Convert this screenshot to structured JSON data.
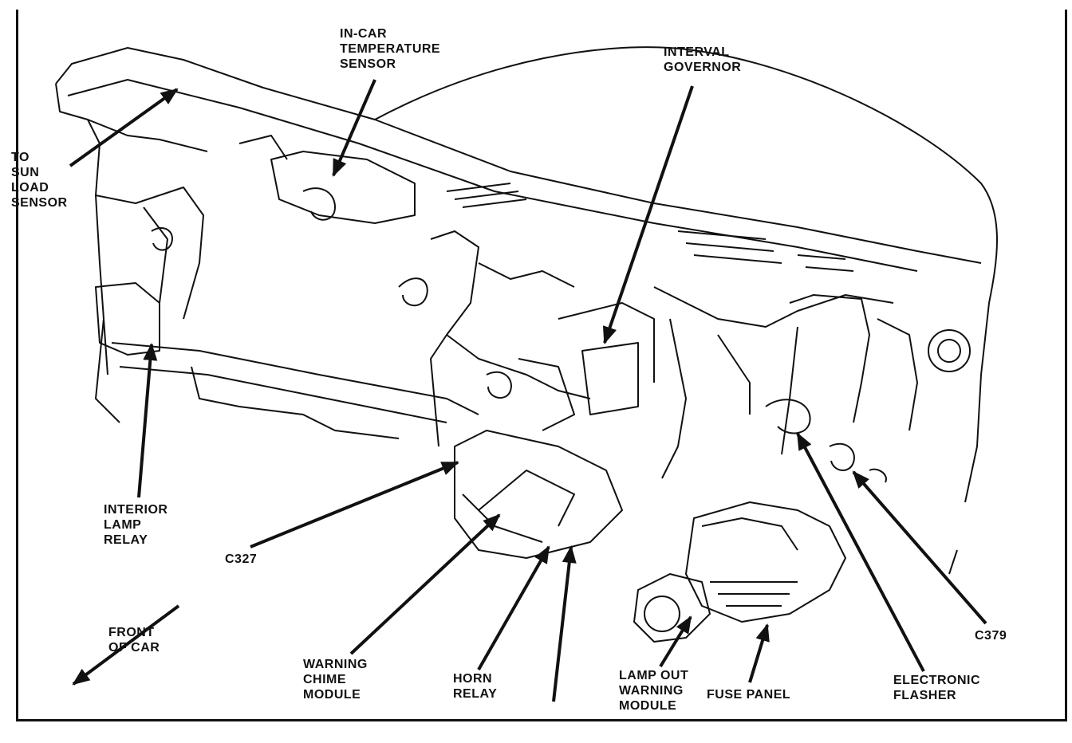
{
  "labels": {
    "sun_load": [
      "TO",
      "SUN",
      "LOAD",
      "SENSOR"
    ],
    "incar_temp": [
      "IN-CAR",
      "TEMPERATURE",
      "SENSOR"
    ],
    "interval_governor": [
      "INTERVAL",
      "GOVERNOR"
    ],
    "interior_lamp": [
      "INTERIOR",
      "LAMP",
      "RELAY"
    ],
    "c327": "C327",
    "front_of_car": [
      "FRONT",
      "OF CAR"
    ],
    "warning_chime": [
      "WARNING",
      "CHIME",
      "MODULE"
    ],
    "horn_relay": [
      "HORN",
      "RELAY"
    ],
    "lamp_out": [
      "LAMP OUT",
      "WARNING",
      "MODULE"
    ],
    "fuse_panel": "FUSE PANEL",
    "electronic_flasher": [
      "ELECTRONIC",
      "FLASHER"
    ],
    "c379": "C379"
  },
  "colors": {
    "ink": "#111111",
    "paper": "#ffffff"
  }
}
